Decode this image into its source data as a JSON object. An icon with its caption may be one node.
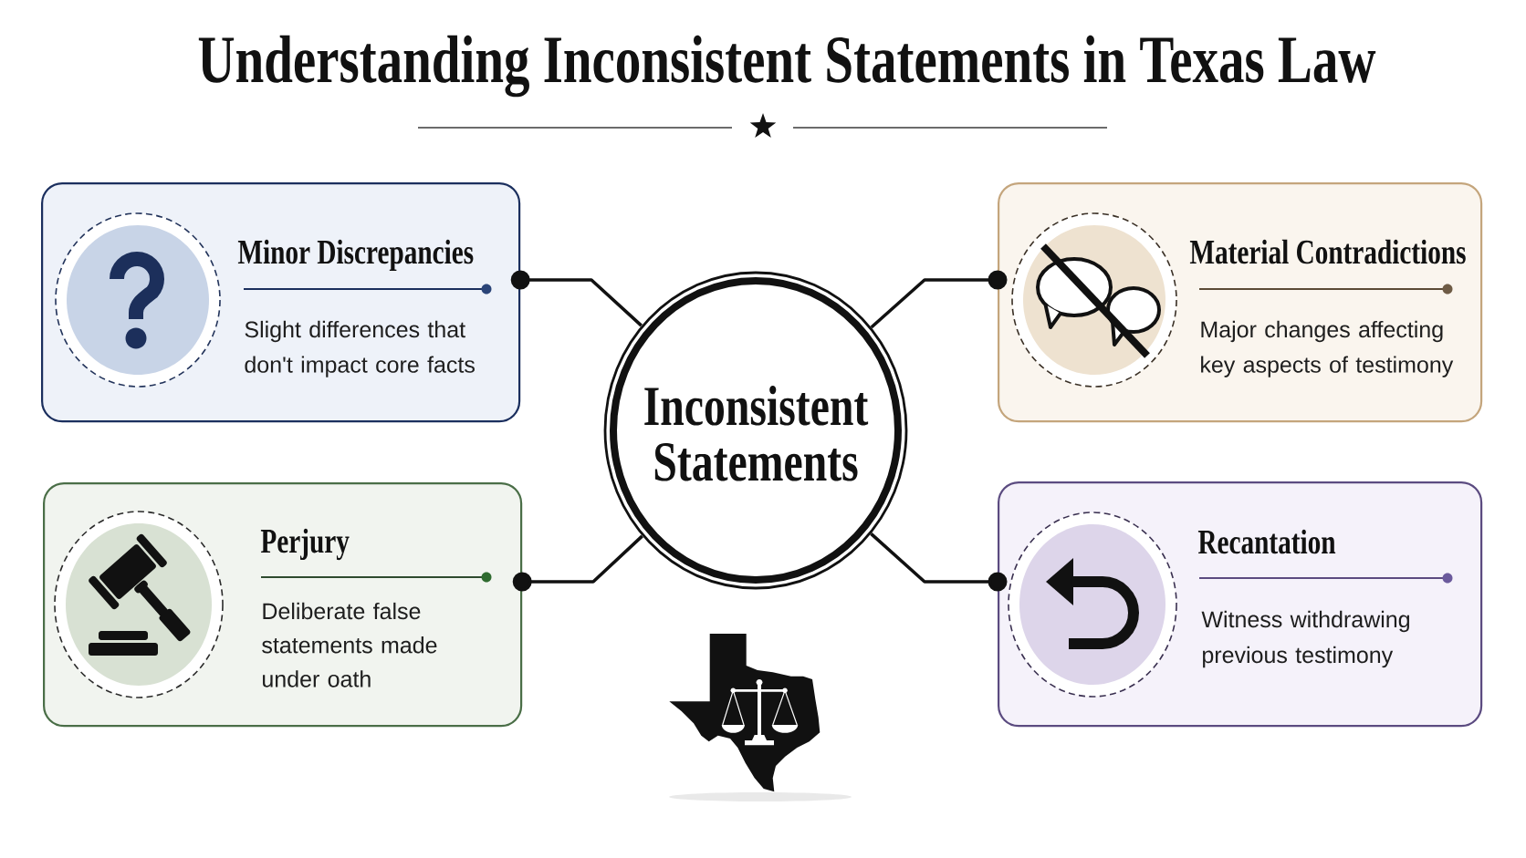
{
  "diagram": {
    "title": "Understanding Inconsistent Statements in Texas Law",
    "nodes": [
      {
        "text": [
          "Minor Discrepancies",
          "Slight differences that don't impact core facts"
        ]
      },
      {
        "text": [
          "Material Contradictions",
          "Major changes affecting key aspects of testimony"
        ]
      },
      {
        "text": [
          "Inconsistent Statements"
        ]
      },
      {
        "text": [
          "Perjury",
          "Deliberate false statements made under oath"
        ]
      },
      {
        "text": [
          "Recantation",
          "Witness withdrawing previous testimony"
        ]
      }
    ],
    "edges": [
      {
        "from": 2,
        "to": 0,
        "arrow": "other"
      },
      {
        "from": 2,
        "to": 1,
        "arrow": "other"
      },
      {
        "from": 2,
        "to": 3,
        "arrow": "other"
      },
      {
        "from": 2,
        "to": 4,
        "arrow": "other"
      }
    ]
  }
}
